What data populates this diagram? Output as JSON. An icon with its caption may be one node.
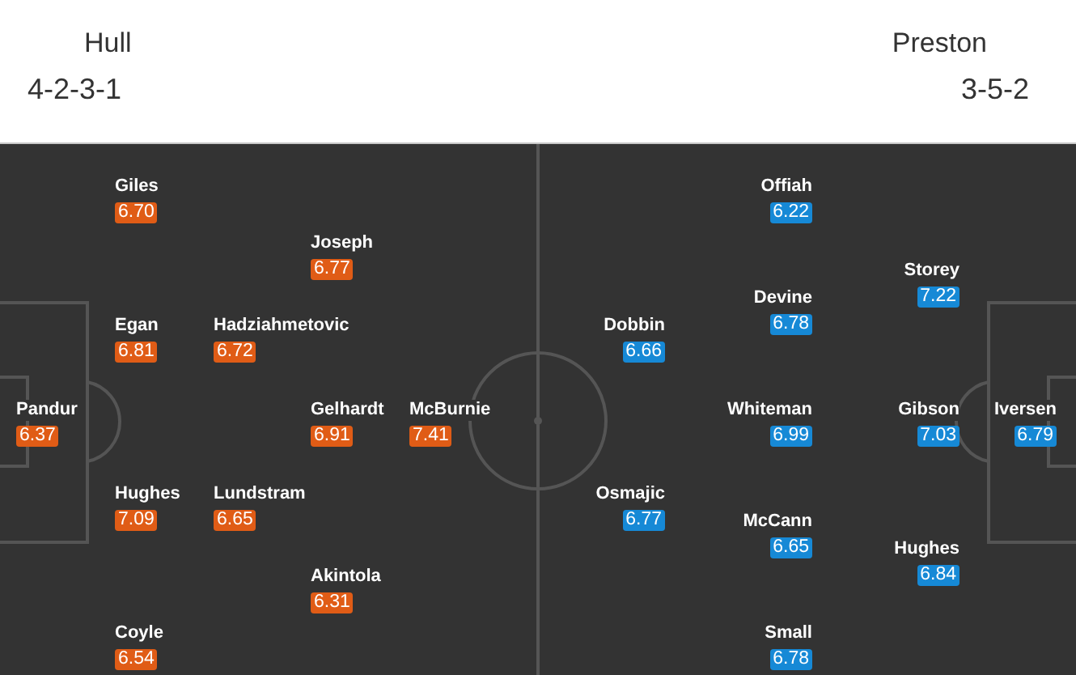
{
  "diagram": {
    "nodes": [
      {
        "text": [
          "Pandur",
          "6.37"
        ]
      },
      {
        "text": [
          "Giles",
          "6.70"
        ]
      },
      {
        "text": [
          "Egan",
          "6.81"
        ]
      },
      {
        "text": [
          "Hughes",
          "7.09"
        ]
      },
      {
        "text": [
          "Coyle",
          "6.54"
        ]
      },
      {
        "text": [
          "Hadziahmetovic",
          "6.72"
        ]
      },
      {
        "text": [
          "Lundstram",
          "6.65"
        ]
      },
      {
        "text": [
          "Joseph",
          "6.77"
        ]
      },
      {
        "text": [
          "Gelhardt",
          "6.91"
        ]
      },
      {
        "text": [
          "Akintola",
          "6.31"
        ]
      },
      {
        "text": [
          "McBurnie",
          "7.41"
        ]
      },
      {
        "text": [
          "Iversen",
          "6.79"
        ]
      },
      {
        "text": [
          "Storey",
          "7.22"
        ]
      },
      {
        "text": [
          "Gibson",
          "7.03"
        ]
      },
      {
        "text": [
          "Hughes",
          "6.84"
        ]
      },
      {
        "text": [
          "Offiah",
          "6.22"
        ]
      },
      {
        "text": [
          "Devine",
          "6.78"
        ]
      },
      {
        "text": [
          "Whiteman",
          "6.99"
        ]
      },
      {
        "text": [
          "McCann",
          "6.65"
        ]
      },
      {
        "text": [
          "Small",
          "6.78"
        ]
      },
      {
        "text": [
          "Dobbin",
          "6.66"
        ]
      },
      {
        "text": [
          "Osmajic",
          "6.77"
        ]
      }
    ],
    "labels": [
      "Hull",
      "4-2-3-1",
      "Preston",
      "3-5-2"
    ]
  }
}
